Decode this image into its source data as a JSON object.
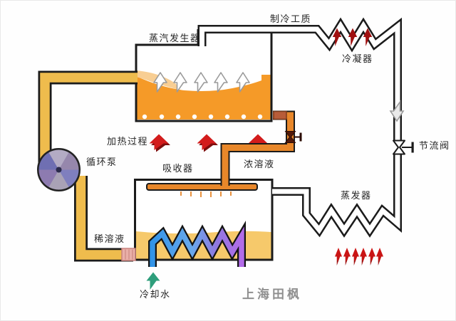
{
  "diagram": {
    "type": "absorption-refrigeration-cycle",
    "labels": {
      "steam_generator": "蒸汽发生器",
      "refrigerant": "制冷工质",
      "condenser": "冷凝器",
      "throttle_valve": "节流阀",
      "evaporator": "蒸发器",
      "absorber": "吸收器",
      "concentrated_solution": "浓溶液",
      "dilute_solution": "稀溶液",
      "heating_process": "加热过程",
      "circulation_pump": "循环泵",
      "cooling_water": "冷却水"
    },
    "watermark": "上海田枫",
    "colors": {
      "generator_liquid": "#F59A28",
      "generator_overflow": "#F8CE93",
      "pipe_yellow": "#EFBC4D",
      "absorber_liquid": "#F6C96B",
      "pipe_orange": "#E8872A",
      "connector_brown": "#B85C38",
      "connector_pink": "#E9AFA8",
      "coil_blue": "#2F93E8",
      "coil_purple": "#B46BE9",
      "heat_red": "#D31C1C",
      "heat_red_dark": "#7E0E0E",
      "condenser_red": "#A01010",
      "evap_red": "#C41414",
      "cooling_green": "#2E9E7B",
      "pump_body": "#7F7FBE",
      "outline": "#1B1B1B",
      "watermark_gray": "#8F8F8F"
    }
  }
}
